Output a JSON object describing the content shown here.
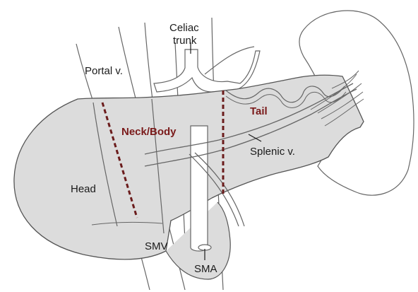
{
  "labels": {
    "celiac_line1": "Celiac",
    "celiac_line2": "trunk",
    "portal": "Portal v.",
    "neck_body": "Neck/Body",
    "tail": "Tail",
    "splenic": "Splenic v.",
    "head": "Head",
    "smv": "SMV",
    "sma": "SMA"
  },
  "colors": {
    "pancreas_fill": "#dcdcdc",
    "outline": "#555555",
    "vessel": "#666666",
    "divider": "#6b1c1c",
    "region_label": "#7a1a1a",
    "text": "#1a1a1a"
  }
}
